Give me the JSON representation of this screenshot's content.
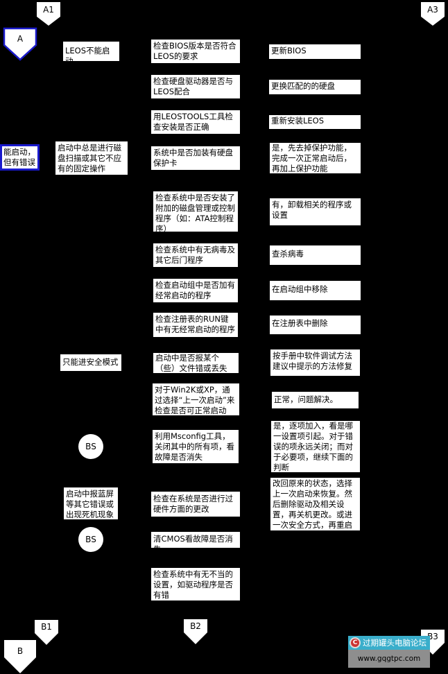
{
  "connectors": {
    "A1": "A1",
    "A3": "A3",
    "A": "A",
    "B1": "B1",
    "B2": "B2",
    "B3": "B3",
    "B": "B"
  },
  "categories": {
    "cannot_start": "LEOS不能启动",
    "starts_with_errors": "能启动，但有错误",
    "disk_scan": "启动中总是进行磁盘扫描或其它不应有的固定操作",
    "safe_mode_only": "只能进安全模式",
    "blue_screen": "启动中报蓝屏等其它错误或出现死机现象"
  },
  "checks": [
    "检查BIOS版本是否符合LEOS的要求",
    "检查硬盘驱动器是否与LEOS配合",
    "用LEOSTOOLS工具检查安装是否正确",
    "系统中是否加装有硬盘保护卡",
    "检查系统中是否安装了附加的磁盘管理或控制程序（如：ATA控制程序）",
    "检查系统中有无病毒及其它后门程序",
    "检查启动组中是否加有经常启动的程序",
    "检查注册表的RUN键中有无经常启动的程序",
    "启动中是否报某个（些）文件错或丢失",
    "对于Win2K或XP，通过选择“上一次启动”来检查是否可正常启动",
    "利用Msconfig工具，关闭其中的所有项，看故障是否消失",
    "检查在系统是否进行过硬件方面的更改",
    "清CMOS看故障是否消失",
    "检查系统中有无不当的设置，如驱动程序是否有错"
  ],
  "actions": [
    "更新BIOS",
    "更换匹配的的硬盘",
    "重新安装LEOS",
    "是，先去掉保护功能，完成一次正常启动后，再加上保护功能",
    "有，卸载相关的程序或设置",
    "查杀病毒",
    "在启动组中移除",
    "在注册表中删除",
    "按手册中软件调试方法建议中提示的方法修复",
    "正常，问题解决。",
    "是，逐项加入，看是哪一设置项引起。对于错误的项永远关闭；而对于必要项，继续下面的判断",
    "改回原来的状态，选择上一次启动来恢复。然后删除驱动及相关设置，再关机更改。或进一次安全方式，再重启"
  ],
  "circles": {
    "bs1": "BS",
    "bs2": "BS"
  },
  "watermark": {
    "logo": "C",
    "title": "过期罐头电脑论坛",
    "url": "www.gqgtpc.com"
  }
}
